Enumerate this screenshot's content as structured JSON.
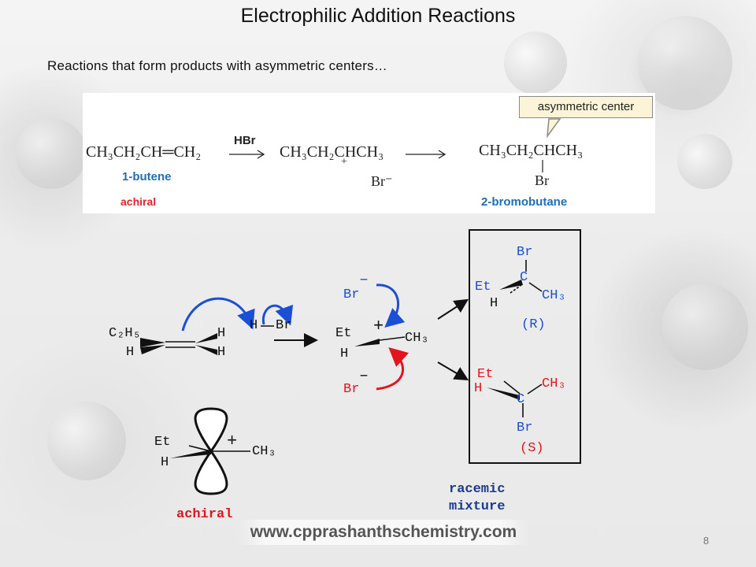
{
  "title": "Electrophilic Addition Reactions",
  "subtitle": "Reactions that form products with asymmetric centers…",
  "top_reaction": {
    "reactant_formula": "CH₃CH₂CH═CH₂",
    "reagent": "HBr",
    "intermediate_formula": "CH₃CH₂CHCH₃",
    "intermediate_charge": "+",
    "bromide": "Br⁻",
    "product_formula": "CH₃CH₂CHCH₃",
    "product_substituent": "Br",
    "reactant_name": "1-butene",
    "reactant_chirality": "achiral",
    "product_name": "2-bromobutane",
    "callout": "asymmetric center",
    "colors": {
      "name_blue": "#1f6fb8",
      "achiral_red": "#e0262c",
      "callout_fill": "#fbf4d7"
    }
  },
  "mechanism": {
    "alkene": {
      "sub1": "C₂H₅",
      "sub2": "H",
      "sub3": "H",
      "sub4": "H"
    },
    "reagent_h": "H",
    "reagent_br": "Br",
    "cation": {
      "left_top": "Et",
      "left_bottom": "H",
      "right": "CH₃",
      "charge": "+"
    },
    "bromide_top": "Br",
    "bromide_top_charge": "–",
    "bromide_bottom": "Br",
    "bromide_bottom_charge": "–",
    "product_r": {
      "top": "Br",
      "center": "C",
      "left": "Et",
      "left_bottom": "H",
      "right": "CH₃",
      "label": "(R)"
    },
    "product_s": {
      "top_left": "Et",
      "left": "H",
      "center": "C",
      "right": "CH₃",
      "bottom": "Br",
      "label": "(S)"
    },
    "planar": {
      "left_top": "Et",
      "left_bottom": "H",
      "right": "CH₃",
      "charge": "+",
      "label": "achiral"
    },
    "racemic_line1": "racemic",
    "racemic_line2": "mixture",
    "colors": {
      "blue": "#1a4fd6",
      "red": "#e3141b",
      "black": "#111111"
    }
  },
  "footer": {
    "url": "www.cpprashanthschemistry.com",
    "page": "8"
  }
}
